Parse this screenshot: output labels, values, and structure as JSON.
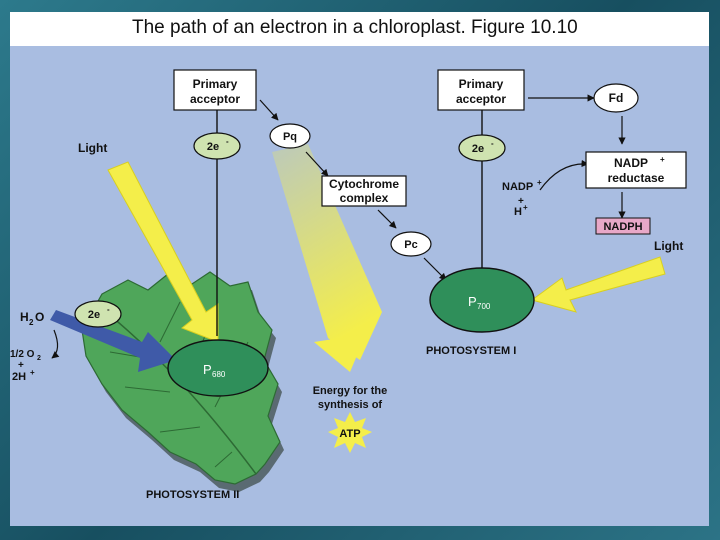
{
  "title": "The path of an electron in a chloroplast. Figure 10.10",
  "labels": {
    "primary_acceptor_1": [
      "Primary",
      "acceptor"
    ],
    "primary_acceptor_2": [
      "Primary",
      "acceptor"
    ],
    "e2_ps2_top": "2e",
    "e2_ps1": "2e",
    "e2_water": "2e",
    "pq": "Pq",
    "cytochrome": [
      "Cytochrome",
      "complex"
    ],
    "pc": "Pc",
    "fd": "Fd",
    "nadp_reductase": [
      "NADP",
      "reductase"
    ],
    "nadp_plus": "NADP",
    "h_plus": "H",
    "nadph": "NADPH",
    "light_left": "Light",
    "light_right": "Light",
    "h2o": "H",
    "half_o2": "1/2 O",
    "two_h": "2H",
    "p680": "P",
    "p680_sub": "680",
    "p700": "P",
    "p700_sub": "700",
    "photosystem_1": "PHOTOSYSTEM I",
    "photosystem_2": "PHOTOSYSTEM II",
    "energy": [
      "Energy for the",
      "synthesis of"
    ],
    "atp": "ATP"
  },
  "colors": {
    "background": "#a9bde1",
    "leaf": "#4fa65a",
    "photosystem": "#2f8f5a",
    "electron_carrier": "#cfe3b0",
    "light_arrow": "#f4ee4a",
    "water_arrow": "#3f5aa8",
    "nadph_box": "#e8a8c8"
  }
}
